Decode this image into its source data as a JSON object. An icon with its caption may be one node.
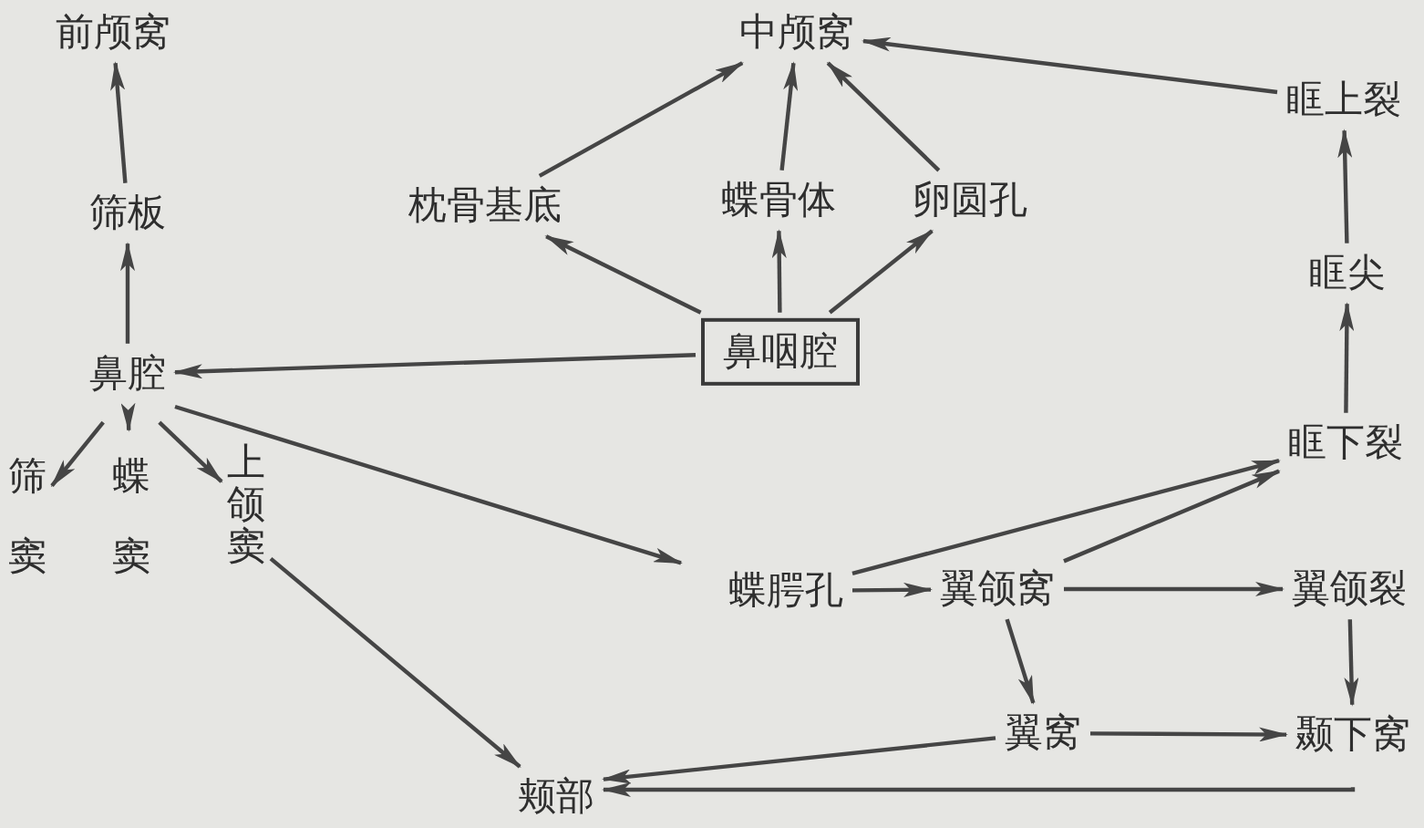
{
  "diagram": {
    "nodes": [
      {
        "text": [
          "前颅窝"
        ]
      },
      {
        "text": [
          "筛板"
        ]
      },
      {
        "text": [
          "鼻腔"
        ]
      },
      {
        "text": [
          "筛窦"
        ]
      },
      {
        "text": [
          "蝶窦"
        ]
      },
      {
        "text": [
          "上颌窦"
        ]
      },
      {
        "text": [
          "中颅窝"
        ]
      },
      {
        "text": [
          "枕骨基底"
        ]
      },
      {
        "text": [
          "蝶骨体"
        ]
      },
      {
        "text": [
          "卵圆孔"
        ]
      },
      {
        "text": [
          "鼻咽腔"
        ]
      },
      {
        "text": [
          "眶上裂"
        ]
      },
      {
        "text": [
          "眶尖"
        ]
      },
      {
        "text": [
          "眶下裂"
        ]
      },
      {
        "text": [
          "蝶腭孔"
        ]
      },
      {
        "text": [
          "翼颌窝"
        ]
      },
      {
        "text": [
          "翼颌裂"
        ]
      },
      {
        "text": [
          "翼窝"
        ]
      },
      {
        "text": [
          "颞下窝"
        ]
      },
      {
        "text": [
          "颊部"
        ]
      }
    ],
    "edges": [
      {
        "from": 2,
        "to": 1,
        "arrow": "to"
      },
      {
        "from": 1,
        "to": 0,
        "arrow": "to"
      },
      {
        "from": 10,
        "to": 2,
        "arrow": "to"
      },
      {
        "from": 10,
        "to": 7,
        "arrow": "to"
      },
      {
        "from": 7,
        "to": 6,
        "arrow": "to"
      },
      {
        "from": 10,
        "to": 8,
        "arrow": "to"
      },
      {
        "from": 8,
        "to": 6,
        "arrow": "to"
      },
      {
        "from": 10,
        "to": 9,
        "arrow": "to"
      },
      {
        "from": 9,
        "to": 6,
        "arrow": "to"
      },
      {
        "from": 11,
        "to": 6,
        "arrow": "to"
      },
      {
        "from": 12,
        "to": 11,
        "arrow": "to"
      },
      {
        "from": 13,
        "to": 12,
        "arrow": "to"
      },
      {
        "from": 2,
        "to": 3,
        "arrow": "to"
      },
      {
        "from": 2,
        "to": 4,
        "arrow": "to"
      },
      {
        "from": 2,
        "to": 5,
        "arrow": "to"
      },
      {
        "from": 2,
        "to": 14,
        "arrow": "to"
      },
      {
        "from": 14,
        "to": 13,
        "arrow": "to"
      },
      {
        "from": 14,
        "to": 15,
        "arrow": "to"
      },
      {
        "from": 15,
        "to": 13,
        "arrow": "to"
      },
      {
        "from": 15,
        "to": 16,
        "arrow": "to"
      },
      {
        "from": 15,
        "to": 17,
        "arrow": "to"
      },
      {
        "from": 16,
        "to": 18,
        "arrow": "to"
      },
      {
        "from": 17,
        "to": 18,
        "arrow": "to"
      },
      {
        "from": 17,
        "to": 19,
        "arrow": "to"
      },
      {
        "from": 18,
        "to": 19,
        "arrow": "to"
      },
      {
        "from": 5,
        "to": 19,
        "arrow": "to"
      }
    ]
  }
}
